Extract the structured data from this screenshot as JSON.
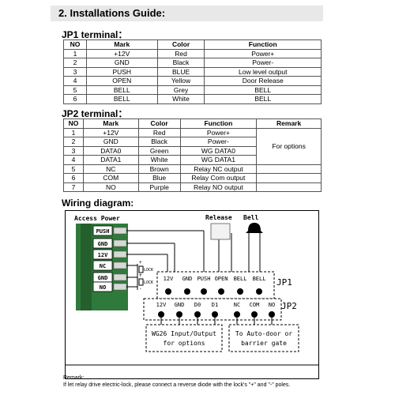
{
  "section_title": "2. Installations Guide:",
  "jp1": {
    "title": "JP1 terminal：",
    "headers": [
      "NO",
      "Mark",
      "Color",
      "Function"
    ],
    "rows": [
      [
        "1",
        "+12V",
        "Red",
        "Power+"
      ],
      [
        "2",
        "GND",
        "Black",
        "Power-"
      ],
      [
        "3",
        "PUSH",
        "BLUE",
        "Low level output"
      ],
      [
        "4",
        "OPEN",
        "Yellow",
        "Door Release"
      ],
      [
        "5",
        "BELL",
        "Grey",
        "BELL"
      ],
      [
        "6",
        "BELL",
        "White",
        "BELL"
      ]
    ]
  },
  "jp2": {
    "title": "JP2 terminal：",
    "headers": [
      "NO",
      "Mark",
      "Color",
      "Function",
      "Remark"
    ],
    "rows": [
      [
        "1",
        "+12V",
        "Red",
        "Power+"
      ],
      [
        "2",
        "GND",
        "Black",
        "Power-"
      ],
      [
        "3",
        "DATA0",
        "Green",
        "WG DATA0"
      ],
      [
        "4",
        "DATA1",
        "White",
        "WG DATA1"
      ],
      [
        "5",
        "NC",
        "Brown",
        "Relay NC output"
      ],
      [
        "6",
        "COM",
        "Blue",
        "Relay Com output"
      ],
      [
        "7",
        "NO",
        "Purple",
        "Relay NO output"
      ]
    ],
    "remark_merged": "For options"
  },
  "wiring": {
    "title": "Wiring diagram:",
    "access_power_label": "Access Power",
    "left_terminals": [
      "PUSH",
      "GND",
      "12V",
      "NC",
      "GND",
      "NO"
    ],
    "lock_labels": [
      "LOCK",
      "LOCK"
    ],
    "plus_minus": [
      "+",
      "-",
      "+",
      "-"
    ],
    "release_label": "Release",
    "bell_label": "Bell",
    "jp1_label": "JP1",
    "jp1_terminals": [
      "12V",
      "GND",
      "PUSH",
      "OPEN",
      "BELL",
      "BELL"
    ],
    "jp2_label": "JP2",
    "jp2_terminals_left": [
      "12V",
      "GND",
      "D0",
      "D1"
    ],
    "jp2_terminals_right": [
      "NC",
      "COM",
      "NO"
    ],
    "wg_box": [
      "WG26 Input/Output",
      "for options"
    ],
    "door_box": [
      "To Auto-door or",
      "barrier gate"
    ]
  },
  "remark_title": "Remark:",
  "remark_text": "If let relay drive electric-lock, please connect a reverse diode with the lock's \"+\" and \"-\" poles."
}
